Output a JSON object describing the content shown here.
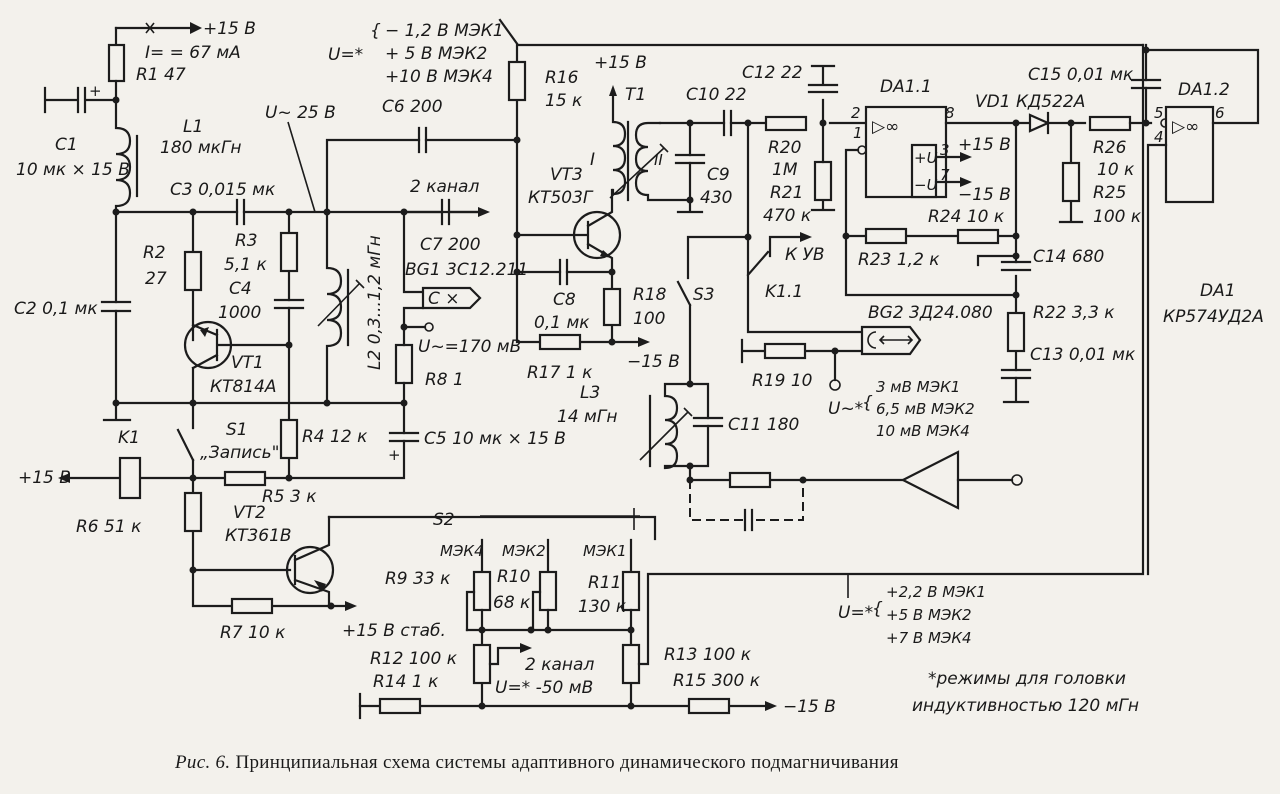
{
  "figure": {
    "caption_prefix": "Рис. 6.",
    "caption_text": "Принципиальная схема системы адаптивного динамического подмагничивания"
  },
  "labels": {
    "plus15_top": "+15 В",
    "i_current": "I= = 67 мА",
    "r1": "R1  47",
    "c1_name": "C1",
    "c1_value": "10 мк × 15 В",
    "l1_name": "L1",
    "l1_value": "180 мкГн",
    "u_25": "U~ 25 В",
    "c6": "C6  200",
    "c3": "C3  0,015 мк",
    "ch2_top": "2 канал",
    "c7": "C7  200",
    "bg1": "BG1  3С12.211",
    "c2": "C2  0,1 мк",
    "r2_name": "R2",
    "r2_value": "27",
    "r3_name": "R3",
    "r3_value": "5,1 к",
    "c4_name": "C4",
    "c4_value": "1000",
    "l2": "L2  0,3...1,2 мГн",
    "u_170": "U~=170 мВ",
    "r8": "R8  1",
    "vt1_name": "VT1",
    "vt1_type": "КТ814А",
    "s1_name": "S1",
    "s1_mode": "„Запись\"",
    "r4": "R4  12 к",
    "c5": "C5  10 мк × 15 В",
    "k1": "K1",
    "plus15_left": "+15 В",
    "r5": "R5  3 к",
    "r6": "R6  51 к",
    "vt2_name": "VT2",
    "vt2_type": "КТ361В",
    "r7": "R7  10 к",
    "plus15_stab": "+15 В стаб.",
    "s2": "S2",
    "mek4": "МЭК4",
    "mek2": "МЭК2",
    "mek1": "МЭК1",
    "r9": "R9  33 к",
    "r10_name": "R10",
    "r10_value": "68 к",
    "r11_name": "R11",
    "r11_value": "130 к",
    "r12": "R12  100 к",
    "r14": "R14  1 к",
    "ch2_bottom": "2 канал",
    "u_50": "U=* -50 мВ",
    "r13": "R13  100 к",
    "r15": "R15  300 к",
    "minus15_bottom": "−15 В",
    "u_bias_top_sym": "U=*",
    "u_bias_top": [
      "− 1,2 В  МЭК1",
      "+ 5 В  МЭК2",
      "+10 В  МЭК4"
    ],
    "r16_name": "R16",
    "r16_value": "15 к",
    "plus15_t1": "+15 В",
    "t1": "T1",
    "t1_primary": "I",
    "t1_secondary": "II",
    "vt3_name": "VT3",
    "vt3_type": "КТ503Г",
    "c10": "C10  22",
    "c9_name": "C9",
    "c9_value": "430",
    "c12": "C12  22",
    "r20_name": "R20",
    "r20_value": "1М",
    "r21_name": "R21",
    "r21_value": "470 к",
    "c8_name": "C8",
    "c8_value": "0,1 мк",
    "r18_name": "R18",
    "r18_value": "100",
    "r17": "R17  1 к",
    "minus15_mid": "−15 В",
    "l3_name": "L3",
    "l3_value": "14 мГн",
    "s3": "S3",
    "k_uv": "К УВ",
    "k1_1": "K1.1",
    "c11": "C11  180",
    "r19": "R19  10",
    "bg2": "BG2  3Д24.080",
    "u_rec_sym": "U~*",
    "u_rec": [
      "3 мВ  МЭК1",
      "6,5 мВ  МЭК2",
      "10 мВ  МЭК4"
    ],
    "da1_1": "DA1.1",
    "pin2": "2",
    "pin1": "1",
    "pin8": "8",
    "pin3": "3",
    "pin7": "7",
    "plus_u": "+U",
    "minus_u": "−U",
    "plus15_da": "+15 В",
    "minus15_da": "−15 В",
    "opamp_sym": "▷∞",
    "r24": "R24  10 к",
    "r23": "R23  1,2 к",
    "c14": "C14  680",
    "r22": "R22  3,3 к",
    "c13": "C13  0,01 мк",
    "vd1": "VD1  КД522А",
    "c15": "C15  0,01 мк",
    "da1_2": "DA1.2",
    "pin5": "5",
    "pin4": "4",
    "pin6": "6",
    "r26_name": "R26",
    "r26_value": "10 к",
    "r25_name": "R25",
    "r25_value": "100 к",
    "da1_name": "DA1",
    "da1_type": "КР574УД2А",
    "u_bias_bottom_sym": "U=*",
    "u_bias_bottom": [
      "+2,2 В  МЭК1",
      "+5 В  МЭК2",
      "+7 В  МЭК4"
    ],
    "note": [
      "*режимы для головки",
      "индуктивностью 120 мГн"
    ]
  }
}
